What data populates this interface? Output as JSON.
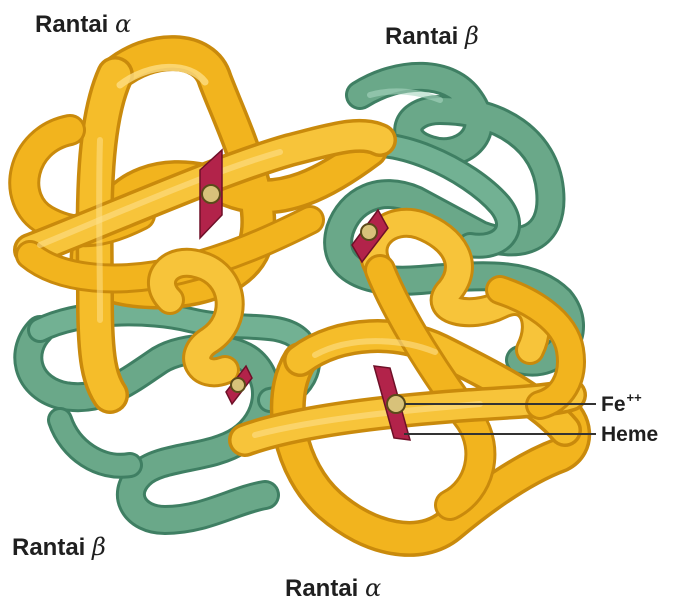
{
  "labels": {
    "top_left": {
      "word": "Rantai",
      "greek": "α"
    },
    "top_right": {
      "word": "Rantai",
      "greek": "β"
    },
    "bottom_left": {
      "word": "Rantai",
      "greek": "β"
    },
    "bottom_center": {
      "word": "Rantai",
      "greek": "α"
    },
    "fe": {
      "text": "Fe",
      "sup": "++"
    },
    "heme": "Heme"
  },
  "colors": {
    "alpha_chain": "#f2b41e",
    "beta_chain": "#6aa889",
    "heme_plate": "#b2234a",
    "iron": "#d8c27a"
  }
}
